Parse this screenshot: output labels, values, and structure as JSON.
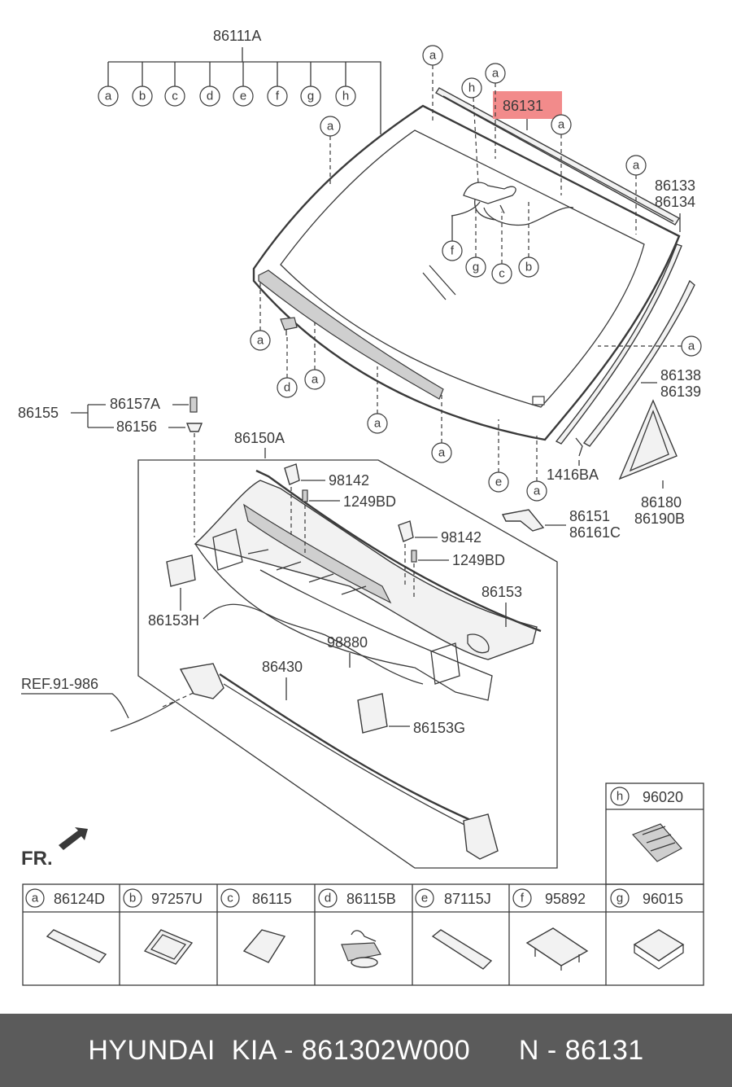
{
  "labels": {
    "p86111A": "86111A",
    "p86131": "86131",
    "p86133": "86133",
    "p86134": "86134",
    "p86138": "86138",
    "p86139": "86139",
    "p86155": "86155",
    "p86157A": "86157A",
    "p86156": "86156",
    "p86150A": "86150A",
    "p98142a": "98142",
    "p1249BDa": "1249BD",
    "p98142b": "98142",
    "p1249BDb": "1249BD",
    "p1416BA": "1416BA",
    "p86180": "86180",
    "p86190B": "86190B",
    "p86151": "86151",
    "p86161C": "86161C",
    "p86153": "86153",
    "p86153H": "86153H",
    "p98880": "98880",
    "p86430": "86430",
    "pREF": "REF.91-986",
    "p86153G": "86153G",
    "fr": "FR."
  },
  "circle_letters": {
    "a": "a",
    "b": "b",
    "c": "c",
    "d": "d",
    "e": "e",
    "f": "f",
    "g": "g",
    "h": "h"
  },
  "legend_table": [
    {
      "key": "a",
      "part": "86124D"
    },
    {
      "key": "b",
      "part": "97257U"
    },
    {
      "key": "c",
      "part": "86115"
    },
    {
      "key": "d",
      "part": "86115B"
    },
    {
      "key": "e",
      "part": "87115J"
    },
    {
      "key": "f",
      "part": "95892"
    },
    {
      "key": "g",
      "part": "96015"
    },
    {
      "key": "h",
      "part": "96020"
    }
  ],
  "highlight_color": "#f28b8b",
  "footer": {
    "brand": "HYUNDAI  KIA - 861302W000",
    "ref": "N - 86131"
  }
}
